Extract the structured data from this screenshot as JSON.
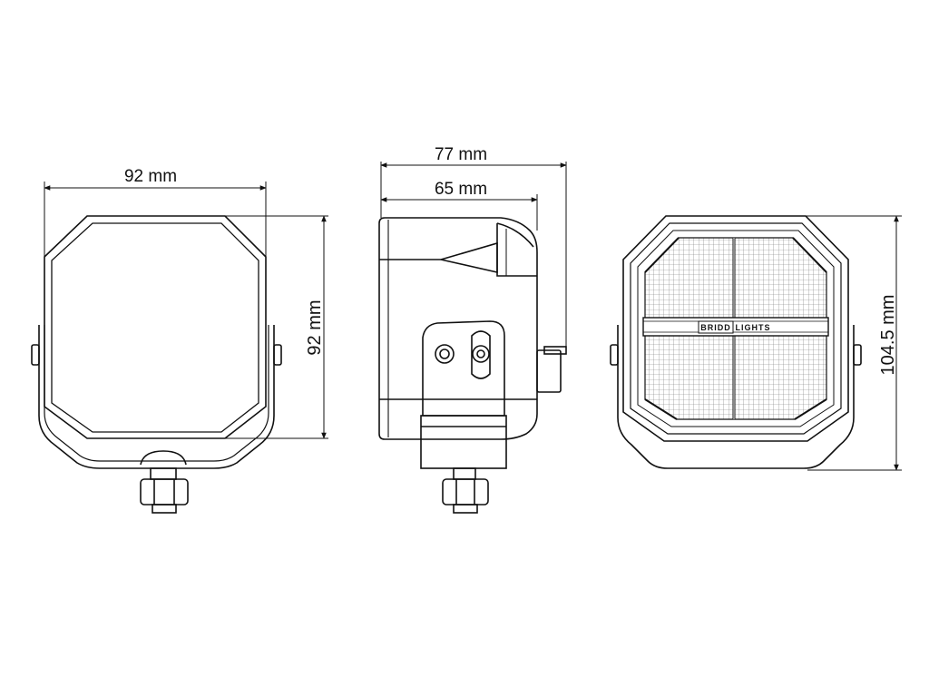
{
  "dimensions": {
    "front_width": "92 mm",
    "front_height": "92 mm",
    "side_total_depth": "77 mm",
    "side_body_depth": "65 mm",
    "rear_height": "104.5 mm"
  },
  "views": {
    "front": {
      "name": "front-view"
    },
    "side": {
      "name": "side-view"
    },
    "rear": {
      "name": "rear-view",
      "brand_left": "BRIDD",
      "brand_right": "LIGHTS"
    }
  },
  "colors": {
    "line": "#111111",
    "background": "#ffffff",
    "gray": "#7a7a7a"
  }
}
